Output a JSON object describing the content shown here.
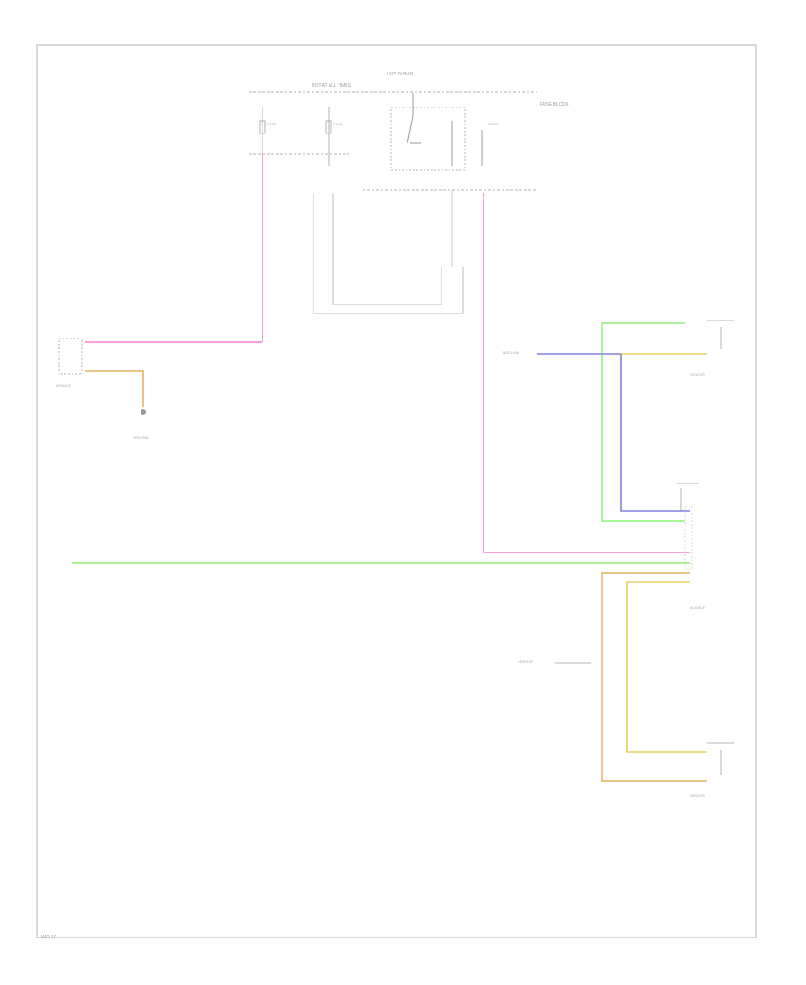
{
  "diagram": {
    "top_labels": {
      "hot_at_all_times": "HOT AT ALL TIMES",
      "hot_in_run": "HOT IN RUN",
      "fuse_block": "FUSE BLOCK"
    },
    "fuses": {
      "fuse_left": "FUSE",
      "fuse_mid": "FUSE"
    },
    "relay_label": "RELAY",
    "components": {
      "left_module": "MODULE",
      "left_ground": "GROUND",
      "sensor_1": "SENSOR",
      "sensor_2": "SENSOR",
      "sensor_3": "SENSOR",
      "module_right": "MODULE",
      "data_link": "DATA LINK"
    },
    "wire_colors": {
      "pink": "#ff7fd0",
      "green": "#8ef07a",
      "blue": "#8080e0",
      "yellow": "#e8d060",
      "orange": "#e6b060",
      "grey": "#9a9a9a",
      "light_grey": "#c8c8c8"
    },
    "footer_id": "W/D 10"
  }
}
